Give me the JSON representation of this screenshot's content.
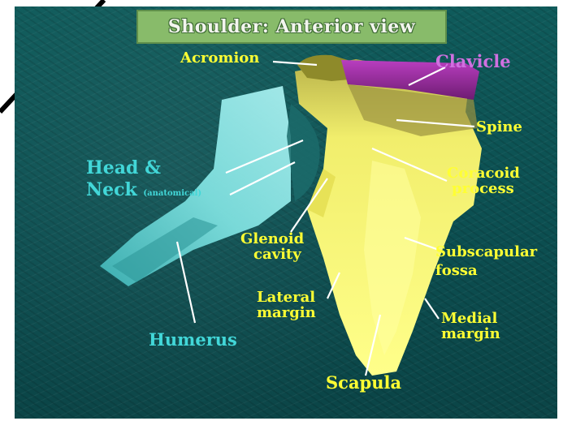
{
  "title": "Shoulder:  Anterior view",
  "labels": {
    "acromion": "Acromion",
    "clavicle": "Clavicle",
    "spine": "Spine",
    "head_neck_line1": "Head &",
    "head_neck_line2": "Neck",
    "head_neck_note": "(anatomical)",
    "coracoid_line1": "Coracoid",
    "coracoid_line2": "process",
    "glenoid_line1": "Glenoid",
    "glenoid_line2": "cavity",
    "subscapular_line1": "Subscapular",
    "subscapular_line2": "fossa",
    "lateral_line1": "Lateral",
    "lateral_line2": "margin",
    "medial_line1": "Medial",
    "medial_line2": "margin",
    "humerus": "Humerus",
    "scapula": "Scapula"
  },
  "colors": {
    "background": "#0e5555",
    "bone_yellow": "#ffff66",
    "humerus_cyan": "#5fd0d0",
    "clavicle_magenta": "#9b2aa0",
    "title_box": "#88bb6a",
    "label_yellow": "#ffff33",
    "label_cyan": "#42d7d8",
    "label_magenta": "#d070e0"
  }
}
